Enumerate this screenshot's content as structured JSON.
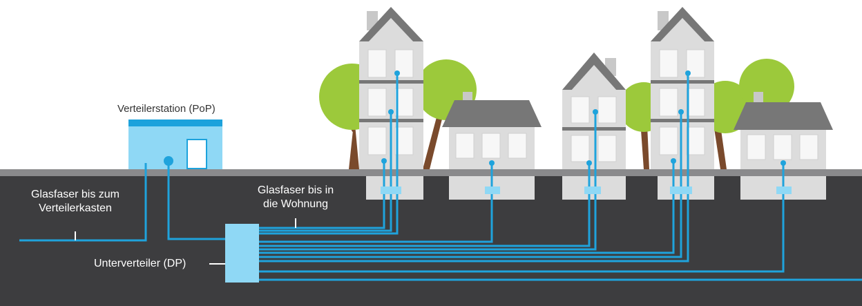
{
  "labels": {
    "pop_station": "Verteilerstation (PoP)",
    "fiber_to_cabinet": [
      "Glasfaser bis zum",
      "Verteilerkasten"
    ],
    "fiber_to_home": [
      "Glasfaser bis in",
      "die Wohnung"
    ],
    "sub_distributor": "Unterverteiler (DP)"
  },
  "colors": {
    "fiber": "#1fa3dc",
    "underground": "#3d3d3f",
    "surface": "#8a8a8c",
    "house_wall": "#dcdcdc",
    "roof": "#777777",
    "station_body": "#8fd8f5",
    "station_roof": "#1ca2dc",
    "tree_canopy": "#9cc93b",
    "trunk": "#7a4a2c",
    "dp_box": "#8fd8f5"
  },
  "scene": {
    "buildings": [
      "apartment-building",
      "single-family-house",
      "apartment-building",
      "apartment-building",
      "single-family-house"
    ],
    "trees": 5
  }
}
